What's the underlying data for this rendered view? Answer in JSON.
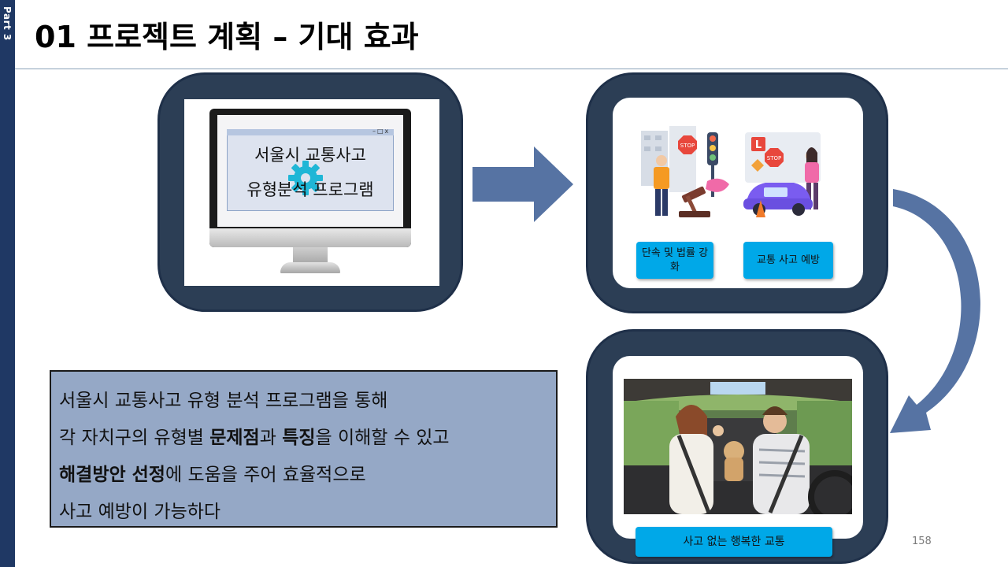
{
  "sidebar": {
    "label": "Part 3"
  },
  "title": "01 프로젝트 계획 – 기대 효과",
  "program": {
    "line1": "서울시 교통사고",
    "line2": "유형분석 프로그램"
  },
  "tags": {
    "enforcement": "단속 및 법률 강화",
    "prevention": "교통 사고 예방",
    "happy": "사고 없는 행복한 교통"
  },
  "description": {
    "line1": "서울시 교통사고 유형 분석 프로그램을 통해",
    "line2": {
      "p1": "각 자치구의 유형별 ",
      "b1": "문제점",
      "p2": "과 ",
      "b2": "특징",
      "p3": "을 이해할 수 있고"
    },
    "line3": {
      "b1": "해결방안 선정",
      "p1": "에 도움을 주어 효율적으로"
    },
    "line4": "사고 예방이 가능하다"
  },
  "page_number": "158",
  "colors": {
    "frame": "#2c3e55",
    "arrow": "#5673a3",
    "tag": "#00a8e8",
    "textbox": "#95a8c6",
    "sidebar": "#1f3864"
  }
}
